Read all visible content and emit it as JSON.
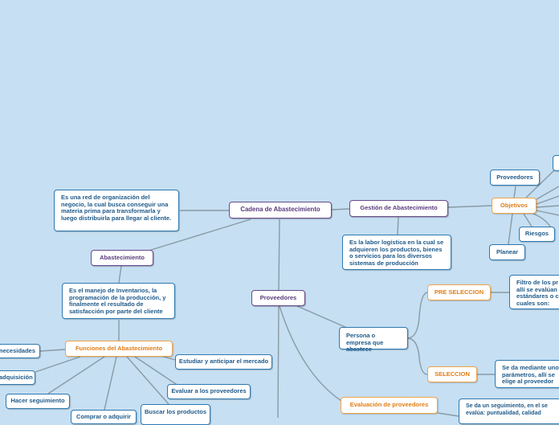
{
  "nodes": {
    "cadena": "Cadena de Abastecimiento",
    "cadena_def": "Es una red de organización del negocio, la cual busca conseguir una materia prima para transformarla y luego distribuirla para llegar al cliente.",
    "abastecimiento": "Abastecimiento",
    "abastecimiento_def": "Es el manejo de Inventarios, la programación de la producción, y finalmente el resultado de satisfacción por parte del cliente",
    "funciones": "Funciones del Abastecimiento",
    "necesidades": "necesidades",
    "adquisicion": "adquisición",
    "hacer_seguimiento": "Hacer seguimiento",
    "comprar": "Comprar o adquirir",
    "buscar": "Buscar los productos",
    "evaluar_prov": "Evaluar a los proveedores",
    "estudiar": "Estudiar y anticipar el mercado",
    "gestion": "Gestión de Abastecimiento",
    "gestion_def": "Es la labor logística en la cual se adquieren los productos, bienes o servicios para los diversos sistemas de producción",
    "objetivos": "Objetivos",
    "obj_proveedores": "Proveedores",
    "riesgos": "Riesgos",
    "planear": "Planear",
    "proveedores": "Proveedores",
    "persona": "Persona o empresa que abastece",
    "pre_seleccion": "PRE SELECCION",
    "pre_def": "Filtro de los pr allí se evalúan estándares o c cuales son:",
    "seleccion": "SELECCION",
    "sel_def": "Se da mediante uno parámetros, allí se elige al proveedor",
    "evaluacion": "Evaluación de proveedores",
    "eval_def": "Se da un seguimiento, en el se evalúa: puntualidad, calidad"
  },
  "colors": {
    "background": "#c6dff2",
    "main_border": "#6b4a8b",
    "sub_border": "#f0a349",
    "leaf_border": "#2d78b0",
    "connector": "#8a9aa6"
  }
}
